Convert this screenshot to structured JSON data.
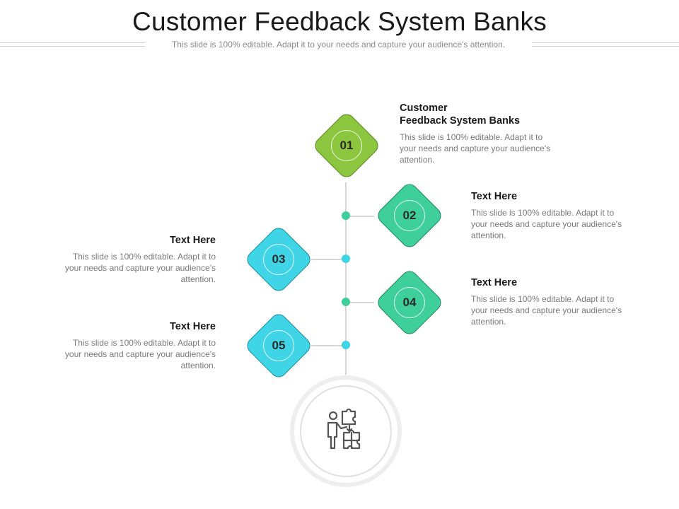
{
  "header": {
    "title": "Customer Feedback System Banks",
    "subtitle": "This slide is 100% editable. Adapt it to your needs and capture your audience's attention."
  },
  "colors": {
    "green": "#8cc63f",
    "teal": "#3ecf9b",
    "cyan": "#3fd4e6",
    "line": "#d6d6d6"
  },
  "steps": [
    {
      "number": "01",
      "heading_line1": "Customer",
      "heading_line2": "Feedback System Banks",
      "body": "This slide is 100% editable. Adapt it to your needs and capture your audience's attention."
    },
    {
      "number": "02",
      "heading": "Text Here",
      "body": "This slide is 100% editable. Adapt it to your needs and capture your audience's attention."
    },
    {
      "number": "03",
      "heading": "Text Here",
      "body": "This slide is 100% editable. Adapt it to your needs and capture your audience's attention."
    },
    {
      "number": "04",
      "heading": "Text Here",
      "body": "This slide is 100% editable. Adapt it to your needs and capture your audience's attention."
    },
    {
      "number": "05",
      "heading": "Text Here",
      "body": "This slide is 100% editable. Adapt it to your needs and capture your audience's attention."
    }
  ],
  "icons": {
    "center": "person-assembling-puzzle-icon"
  }
}
